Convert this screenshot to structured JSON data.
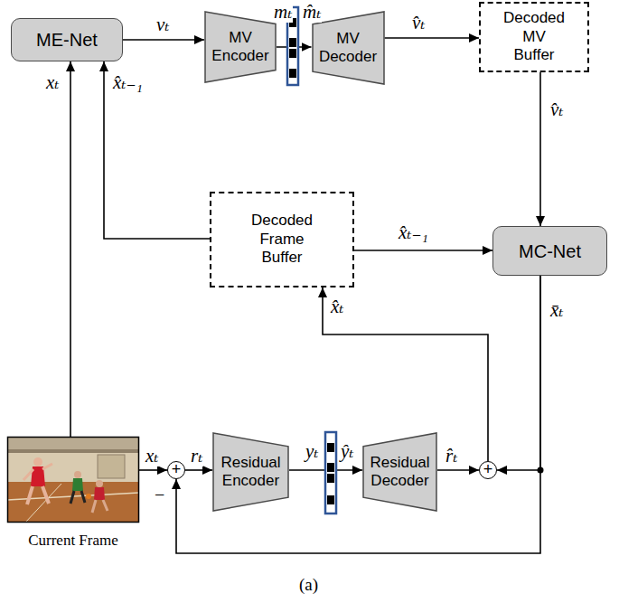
{
  "diagram": {
    "caption": "(a)",
    "nodes": [
      {
        "text": [
          "ME-Net"
        ]
      },
      {
        "text": [
          "MV Encoder"
        ]
      },
      {
        "text": [
          "MV Decoder"
        ]
      },
      {
        "text": [
          "Decoded MV Buffer"
        ]
      },
      {
        "text": [
          "Decoded Frame Buffer"
        ]
      },
      {
        "text": [
          "MC-Net"
        ]
      },
      {
        "text": [
          "Current Frame"
        ]
      },
      {
        "text": [
          "+"
        ]
      },
      {
        "text": [
          "Residual Encoder"
        ]
      },
      {
        "text": [
          "Residual Decoder"
        ]
      },
      {
        "text": [
          "+"
        ]
      }
    ],
    "edges": [
      {
        "from": 0,
        "to": 1,
        "arrow": "to",
        "label": "vₜ"
      },
      {
        "from": 1,
        "to": 2,
        "arrow": "to"
      },
      {
        "from": 2,
        "to": 3,
        "arrow": "to",
        "label": "v̂ₜ"
      },
      {
        "from": 3,
        "to": 5,
        "arrow": "to",
        "label": "v̂ₜ"
      },
      {
        "from": 4,
        "to": 5,
        "arrow": "to",
        "label": "x̂ₜ₋₁"
      },
      {
        "from": 4,
        "to": 0,
        "arrow": "to",
        "label": "x̂ₜ₋₁"
      },
      {
        "from": 6,
        "to": 0,
        "arrow": "to",
        "label": "xₜ"
      },
      {
        "from": 6,
        "to": 7,
        "arrow": "to",
        "label": "xₜ"
      },
      {
        "from": 7,
        "to": 8,
        "arrow": "to",
        "label": "rₜ"
      },
      {
        "from": 8,
        "to": 9,
        "arrow": "to"
      },
      {
        "from": 9,
        "to": 10,
        "arrow": "to",
        "label": "r̂ₜ"
      },
      {
        "from": 5,
        "to": 10,
        "arrow": "to",
        "label": "x̄ₜ"
      },
      {
        "from": 5,
        "to": 7,
        "arrow": "to"
      },
      {
        "from": 10,
        "to": 4,
        "arrow": "to",
        "label": "x̂ₜ"
      }
    ],
    "labels": [
      "mₜ",
      "m̂ₜ",
      "yₜ",
      "ŷₜ",
      "−"
    ]
  }
}
